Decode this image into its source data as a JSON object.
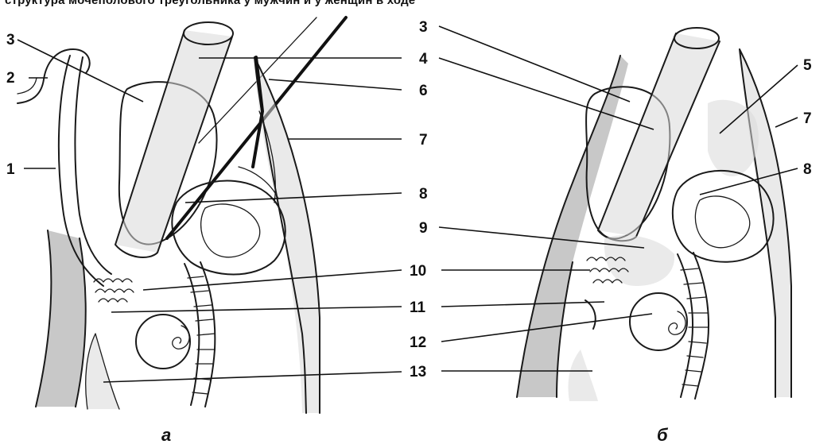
{
  "caption_top": "структура мочеполового треугольника у мужчин и у женщин в ходе",
  "panels": [
    {
      "subfigure_label": "а",
      "labels": [
        {
          "num": "1"
        },
        {
          "num": "2"
        },
        {
          "num": "3"
        },
        {
          "num": "4"
        },
        {
          "num": "6"
        },
        {
          "num": "7"
        },
        {
          "num": "8"
        },
        {
          "num": "10"
        },
        {
          "num": "11"
        },
        {
          "num": "13"
        }
      ]
    },
    {
      "subfigure_label": "б",
      "labels": [
        {
          "num": "3"
        },
        {
          "num": "4"
        },
        {
          "num": "5"
        },
        {
          "num": "7"
        },
        {
          "num": "8"
        },
        {
          "num": "9"
        },
        {
          "num": "10"
        },
        {
          "num": "11"
        },
        {
          "num": "12"
        },
        {
          "num": "13"
        }
      ]
    }
  ]
}
